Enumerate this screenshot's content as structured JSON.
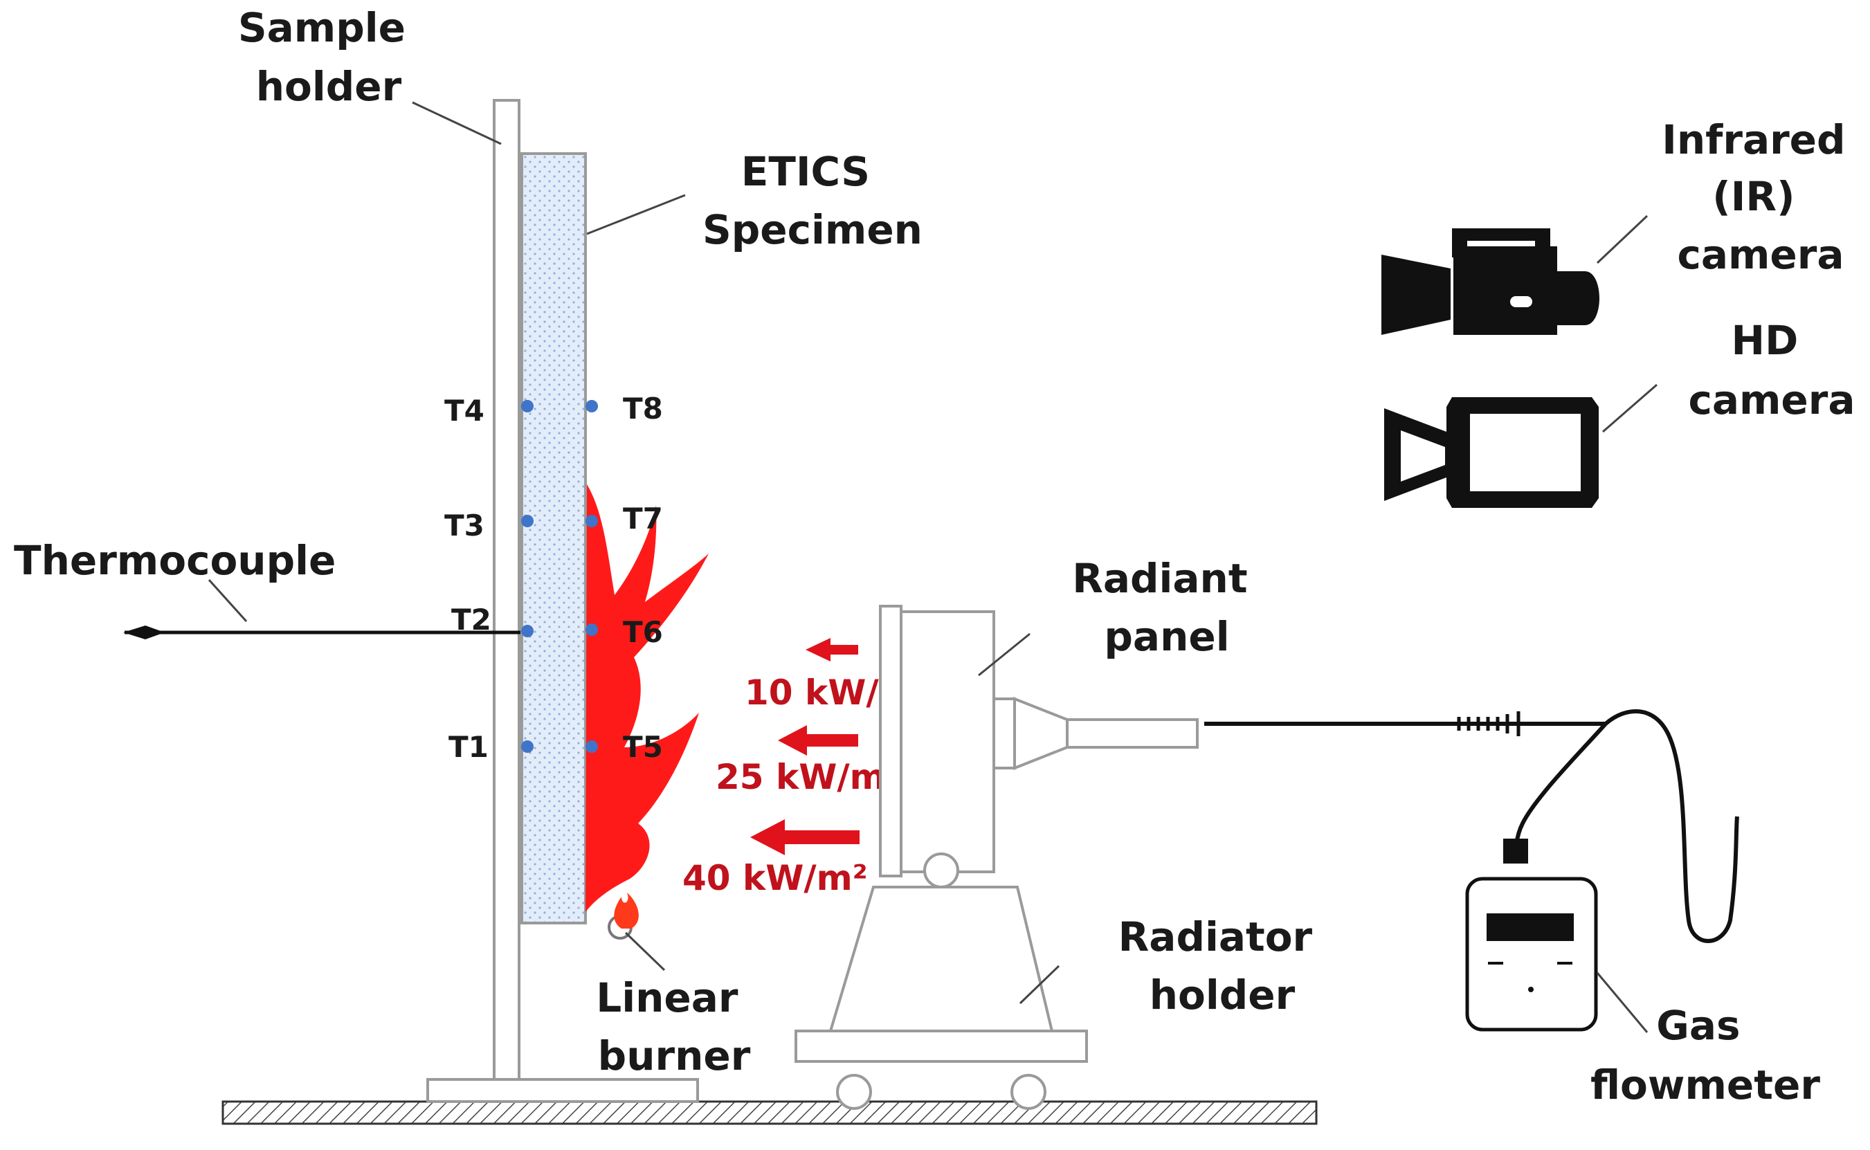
{
  "labels": {
    "sample_holder": [
      "Sample",
      "holder"
    ],
    "etics_specimen": [
      "ETICS",
      "Specimen"
    ],
    "thermocouple": "Thermocouple",
    "radiant_panel": [
      "Radiant",
      "panel"
    ],
    "infrared_camera": [
      "Infrared",
      "(IR)",
      "camera"
    ],
    "hd_camera": [
      "HD",
      "camera"
    ],
    "linear_burner": [
      "Linear",
      "burner"
    ],
    "radiator_holder": [
      "Radiator",
      "holder"
    ],
    "gas_flowmeter": [
      "Gas",
      "flowmeter"
    ]
  },
  "thermocouples_left": [
    "T4",
    "T3",
    "T2",
    "T1"
  ],
  "thermocouples_right": [
    "T8",
    "T7",
    "T6",
    "T5"
  ],
  "heat_fluxes": [
    "10 kW/m²",
    "25 kW/m²",
    "40 kW/m²"
  ],
  "colors": {
    "flame": "#ff1a1a",
    "flux_arrow": "#e0121c",
    "flux_text": "#c0121c",
    "thermocouple_dot": "#3f74c9",
    "specimen_fill": "#dbe7f7",
    "outline": "#9a9a9a",
    "ink": "#111111"
  }
}
